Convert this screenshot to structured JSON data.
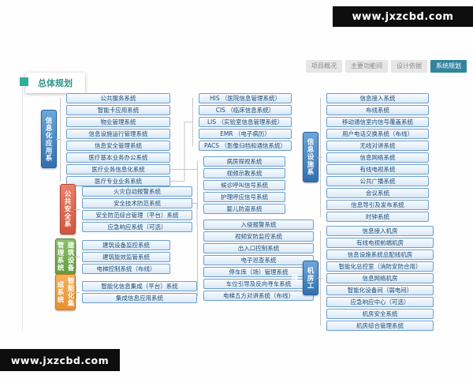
{
  "site": {
    "watermark_top": "www.jxzcbd.com",
    "watermark_bottom": "www.jxzcbd.com"
  },
  "nav": {
    "tabs": [
      {
        "label": "项目概况",
        "active": false
      },
      {
        "label": "主要功能间",
        "active": false
      },
      {
        "label": "设计依据",
        "active": false
      },
      {
        "label": "系统规划",
        "active": true
      }
    ]
  },
  "title": "总体规划",
  "colors": {
    "active_tab": "#31859c",
    "title_accent": "#2fae9b",
    "group_blue": "#3270ae",
    "group_red": "#d2563d",
    "group_green": "#5f9e3f",
    "group_orange": "#e78f2e",
    "item_border": "#6f9ecf",
    "item_fill": "#d9e9f7",
    "connector": "#c6c6c6"
  },
  "diagram": {
    "groups": [
      {
        "key": "info-app",
        "label": "信息化应用系统",
        "theme": "blue",
        "items": [
          "公共服务系统",
          "智能卡应用系统",
          "物业管理系统",
          "信息设施运行管理系统",
          "信息安全管理系统",
          "医疗基本业务办公系统",
          "医疗业务信息化系统",
          "医疗专业业务系统"
        ]
      },
      {
        "key": "public-safety",
        "label": "公共安全系统",
        "theme": "red",
        "items": [
          "火灾自动报警系统",
          "安全技术防范系统",
          "安全防范综合管理（平台）系统",
          "应急响应系统（可选）"
        ]
      },
      {
        "key": "building-equipment",
        "label": "建筑设备管理系统",
        "theme": "green",
        "items": [
          "建筑设备监控系统",
          "建筑能效监管系统",
          "电梯控制系统（布线）"
        ]
      },
      {
        "key": "integration",
        "label": "智能化集成系统",
        "theme": "orange",
        "items": [
          "智能化信息集成（平台）系统",
          "集成信息应用系统"
        ]
      },
      {
        "key": "info-facility",
        "label": "信息设施系统",
        "theme": "blue",
        "items": [
          "信息接入系统",
          "布线系统",
          "移动通信室内信号覆盖系统",
          "用户电话交换系统（布线）",
          "无线对讲系统",
          "信息网络系统",
          "有线电视系统",
          "公共广播系统",
          "会议系统",
          "信息导引及发布系统",
          "时钟系统"
        ]
      },
      {
        "key": "machine-room",
        "label": "机房工程",
        "theme": "blue",
        "items": [
          "信息接入机房",
          "有线电视前端机房",
          "信息设施系统总配线机房",
          "智能化总控室（消防安防合用）",
          "信息网络机房",
          "智能化设备间（弱电间）",
          "应急响应中心（可选）",
          "机房安全系统",
          "机房综合管理系统"
        ]
      }
    ],
    "subgroups": [
      {
        "key": "medical-his",
        "parent": "医疗专业业务系统",
        "items": [
          "HIS （医院信息管理系统）",
          "CIS （临床信息系统）",
          "LIS （实验室信息管理系统）",
          "EMR （电子病历）",
          "PACS （影像归档和通信系统）"
        ]
      },
      {
        "key": "ward-signal",
        "parent": "医疗业务信息化系统",
        "items": [
          "病房探视系统",
          "视频示教系统",
          "候诊呼叫信号系统",
          "护理呼应信号系统",
          "婴儿防盗系统"
        ]
      },
      {
        "key": "security-sub",
        "parent": "安全技术防范系统",
        "items": [
          "入侵报警系统",
          "视频安防监控系统",
          "出入口控制系统",
          "电子巡查系统",
          "停车库（场）管理系统",
          "车位引导及反向寻车系统",
          "电梯五方对讲系统（布线）"
        ]
      }
    ]
  }
}
